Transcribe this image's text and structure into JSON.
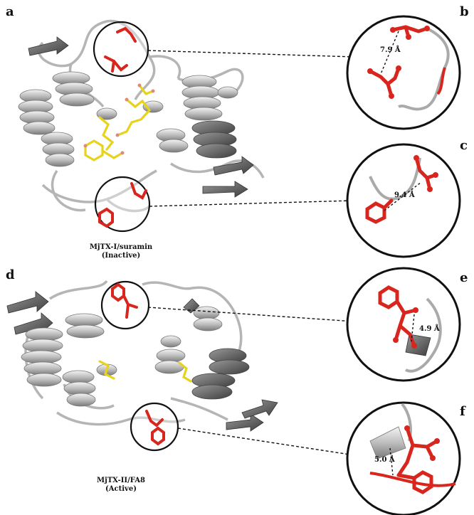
{
  "panels": {
    "a": {
      "letter": "a",
      "caption_line1": "MjTX-I/suramin",
      "caption_line2": "(Inactive)"
    },
    "b": {
      "letter": "b",
      "distance": "7.9 Å"
    },
    "c": {
      "letter": "c",
      "distance": "9.4 Å"
    },
    "d": {
      "letter": "d",
      "caption_line1": "MjTX-II/FA8",
      "caption_line2": "(Active)"
    },
    "e": {
      "letter": "e",
      "distance": "4.9 Å"
    },
    "f": {
      "letter": "f",
      "distance": "5.0 Å"
    }
  },
  "colors": {
    "ribbon": "#bdbdbd",
    "ribbon_dark": "#6e6e6e",
    "residue": "#d8261e",
    "ligand": "#f3e23a",
    "ligand_accent": "#e08b7a",
    "outline": "#111111"
  }
}
